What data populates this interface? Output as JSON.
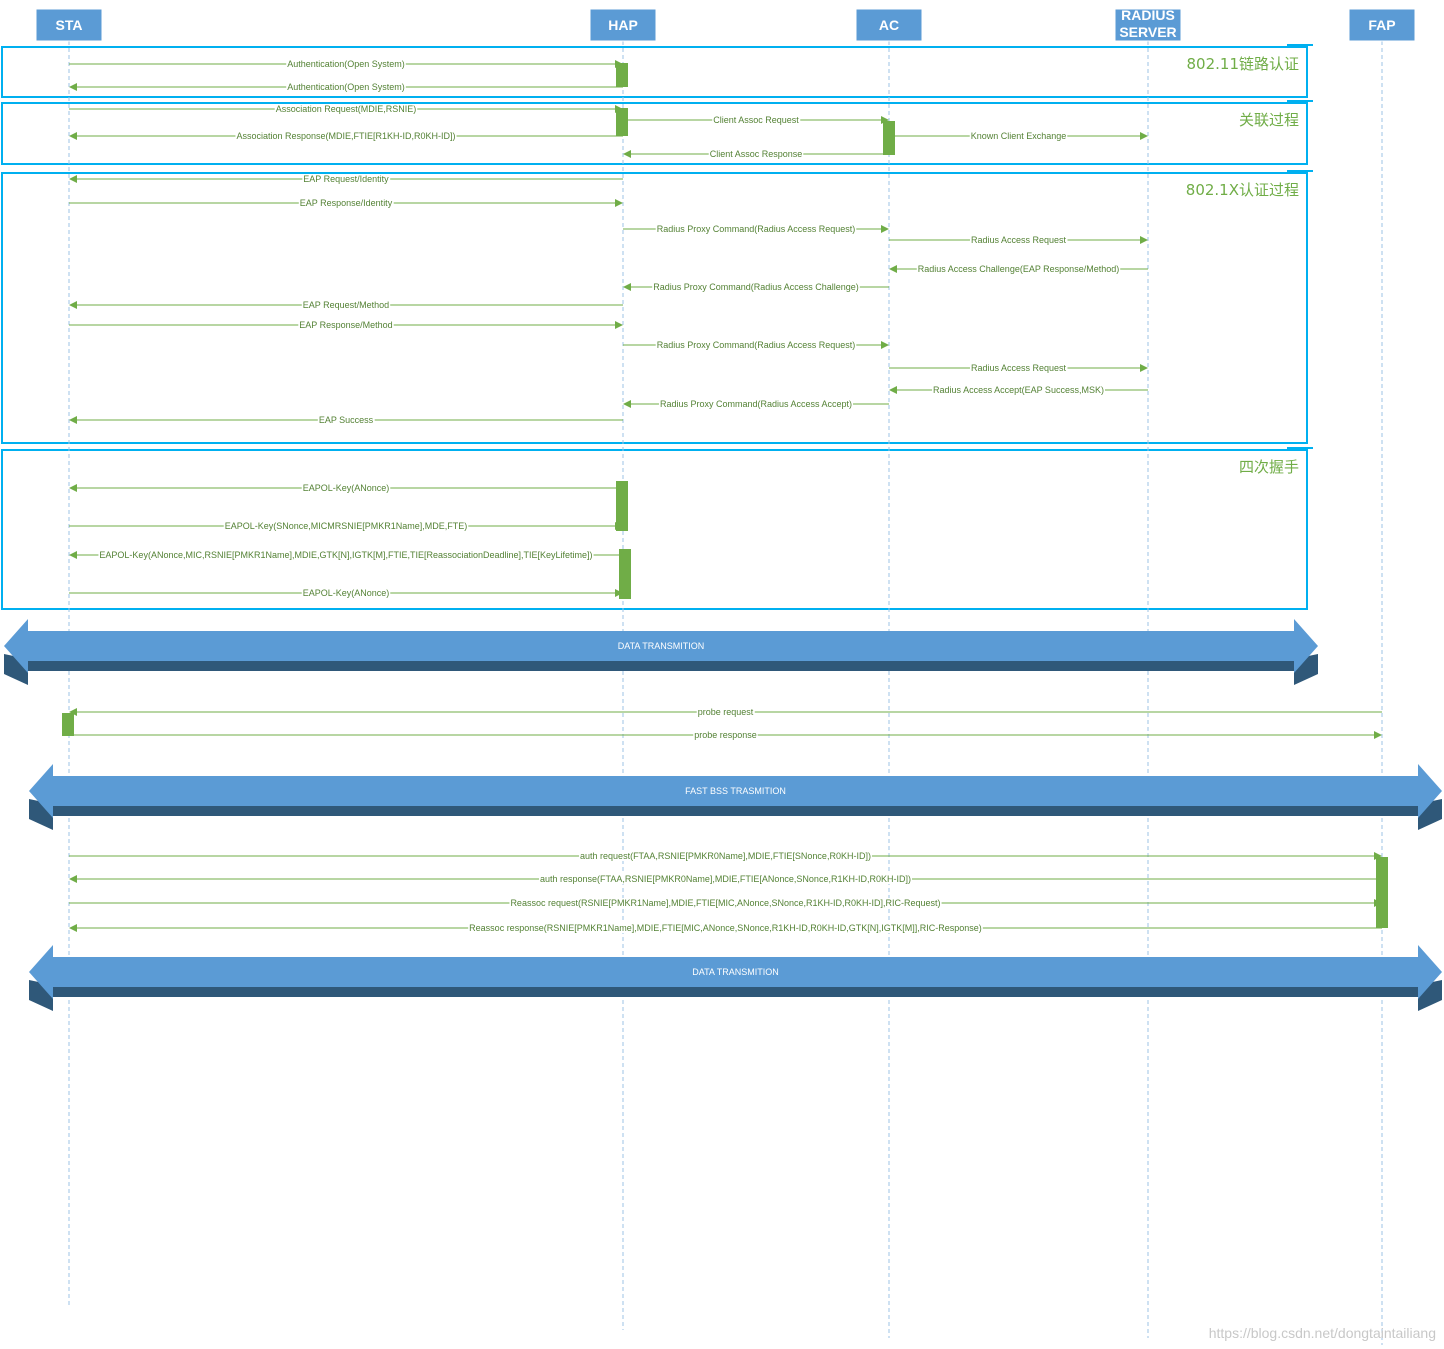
{
  "actors": [
    {
      "id": "sta",
      "label": "STA"
    },
    {
      "id": "hap",
      "label": "HAP"
    },
    {
      "id": "ac",
      "label": "AC"
    },
    {
      "id": "radius",
      "label": "RADIUS SERVER"
    },
    {
      "id": "fap",
      "label": "FAP"
    }
  ],
  "sections": [
    {
      "id": "link-auth",
      "title": "802.11链路认证"
    },
    {
      "id": "association",
      "title": "关联过程"
    },
    {
      "id": "dot1x",
      "title": "802.1X认证过程"
    },
    {
      "id": "handshake",
      "title": "四次握手"
    }
  ],
  "messages": [
    {
      "from": "sta",
      "to": "hap",
      "label": "Authentication(Open System)"
    },
    {
      "from": "hap",
      "to": "sta",
      "label": "Authentication(Open System)"
    },
    {
      "from": "sta",
      "to": "hap",
      "label": "Association Request(MDIE,RSNIE)"
    },
    {
      "from": "hap",
      "to": "sta",
      "label": "Association Response(MDIE,FTIE[R1KH-ID,R0KH-ID])"
    },
    {
      "from": "hap",
      "to": "ac",
      "label": "Client Assoc Request"
    },
    {
      "from": "ac",
      "to": "radius",
      "label": "Known Client Exchange"
    },
    {
      "from": "ac",
      "to": "hap",
      "label": "Client Assoc Response"
    },
    {
      "from": "hap",
      "to": "sta",
      "label": "EAP Request/Identity"
    },
    {
      "from": "sta",
      "to": "hap",
      "label": "EAP Response/Identity"
    },
    {
      "from": "hap",
      "to": "ac",
      "label": "Radius Proxy Command(Radius Access Request)"
    },
    {
      "from": "ac",
      "to": "radius",
      "label": "Radius Access Request"
    },
    {
      "from": "radius",
      "to": "ac",
      "label": "Radius Access Challenge(EAP Response/Method)"
    },
    {
      "from": "ac",
      "to": "hap",
      "label": "Radius Proxy Command(Radius Access Challenge)"
    },
    {
      "from": "hap",
      "to": "sta",
      "label": "EAP Request/Method"
    },
    {
      "from": "sta",
      "to": "hap",
      "label": "EAP Response/Method"
    },
    {
      "from": "hap",
      "to": "ac",
      "label": "Radius Proxy Command(Radius Access Request)"
    },
    {
      "from": "ac",
      "to": "radius",
      "label": "Radius Access Request"
    },
    {
      "from": "radius",
      "to": "ac",
      "label": "Radius Access Accept(EAP Success,MSK)"
    },
    {
      "from": "ac",
      "to": "hap",
      "label": "Radius Proxy Command(Radius Access Accept)"
    },
    {
      "from": "hap",
      "to": "sta",
      "label": "EAP Success"
    },
    {
      "from": "hap",
      "to": "sta",
      "label": "EAPOL-Key(ANonce)"
    },
    {
      "from": "sta",
      "to": "hap",
      "label": "EAPOL-Key(SNonce,MICMRSNIE[PMKR1Name],MDE,FTE)"
    },
    {
      "from": "hap",
      "to": "sta",
      "label": "EAPOL-Key(ANonce,MIC,RSNIE[PMKR1Name],MDIE,GTK[N],IGTK[M],FTIE,TIE[ReassociationDeadline],TIE[KeyLifetime])"
    },
    {
      "from": "sta",
      "to": "hap",
      "label": "EAPOL-Key(ANonce)"
    },
    {
      "from": "fap",
      "to": "sta",
      "label": "probe request"
    },
    {
      "from": "sta",
      "to": "fap",
      "label": "probe response"
    },
    {
      "from": "sta",
      "to": "fap",
      "label": "auth request(FTAA,RSNIE[PMKR0Name],MDIE,FTIE[SNonce,R0KH-ID])"
    },
    {
      "from": "fap",
      "to": "sta",
      "label": "auth response(FTAA,RSNIE[PMKR0Name],MDIE,FTIE[ANonce,SNonce,R1KH-ID,R0KH-ID])"
    },
    {
      "from": "sta",
      "to": "fap",
      "label": "Reassoc request(RSNIE[PMKR1Name],MDIE,FTIE[MIC,ANonce,SNonce,R1KH-ID,R0KH-ID],RIC-Request)"
    },
    {
      "from": "fap",
      "to": "sta",
      "label": "Reassoc response(RSNIE[PMKR1Name],MDIE,FTIE[MIC,ANonce,SNonce,R1KH-ID,R0KH-ID,GTK[N],IGTK[M]],RIC-Response)"
    }
  ],
  "bands": [
    {
      "id": "data-transmition-1",
      "label": "DATA TRANSMITION"
    },
    {
      "id": "fast-bss-trasmition",
      "label": "FAST BSS TRASMITION"
    },
    {
      "id": "data-transmition-2",
      "label": "DATA TRANSMITION"
    }
  ],
  "watermark": "https://blog.csdn.net/dongtaintailiang"
}
